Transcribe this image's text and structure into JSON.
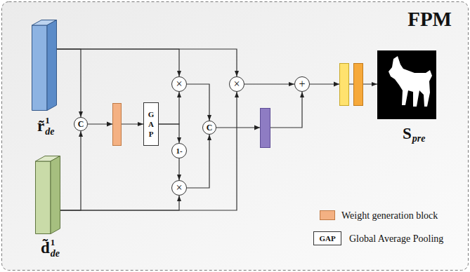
{
  "diagram": {
    "title": "FPM",
    "nodes": [
      {
        "text": [
          "r̃",
          "1",
          "de"
        ]
      },
      {
        "text": [
          "d̃",
          "1",
          "de"
        ]
      },
      {
        "text": [
          "C"
        ]
      },
      {
        "text": [
          "GAP"
        ]
      },
      {
        "text": [
          "×"
        ]
      },
      {
        "text": [
          "×"
        ]
      },
      {
        "text": [
          "1-"
        ]
      },
      {
        "text": [
          "×"
        ]
      },
      {
        "text": [
          "C"
        ]
      },
      {
        "text": [
          "+"
        ]
      },
      {
        "text": [
          "S",
          "pre"
        ]
      }
    ],
    "edges": [
      {
        "from": 0,
        "to": 2,
        "arrow": "to"
      },
      {
        "from": 1,
        "to": 2,
        "arrow": "to"
      },
      {
        "from": 2,
        "to": 3,
        "arrow": "to"
      },
      {
        "from": 0,
        "to": 4,
        "arrow": "to"
      },
      {
        "from": 3,
        "to": 4,
        "arrow": "to"
      },
      {
        "from": 3,
        "to": 6,
        "arrow": "to"
      },
      {
        "from": 6,
        "to": 7,
        "arrow": "to"
      },
      {
        "from": 1,
        "to": 7,
        "arrow": "to"
      },
      {
        "from": 0,
        "to": 5,
        "arrow": "to"
      },
      {
        "from": 1,
        "to": 5,
        "arrow": "to"
      },
      {
        "from": 4,
        "to": 8,
        "arrow": "to"
      },
      {
        "from": 7,
        "to": 8,
        "arrow": "to"
      },
      {
        "from": 8,
        "to": 9,
        "arrow": "to"
      },
      {
        "from": 5,
        "to": 9,
        "arrow": "to"
      },
      {
        "from": 9,
        "to": 10,
        "arrow": "to"
      }
    ],
    "labels": [
      "GAP"
    ],
    "legend": [
      {
        "text": "Weight generation block",
        "color": "#f4b183"
      },
      {
        "text": "Global Average Pooling"
      }
    ]
  }
}
